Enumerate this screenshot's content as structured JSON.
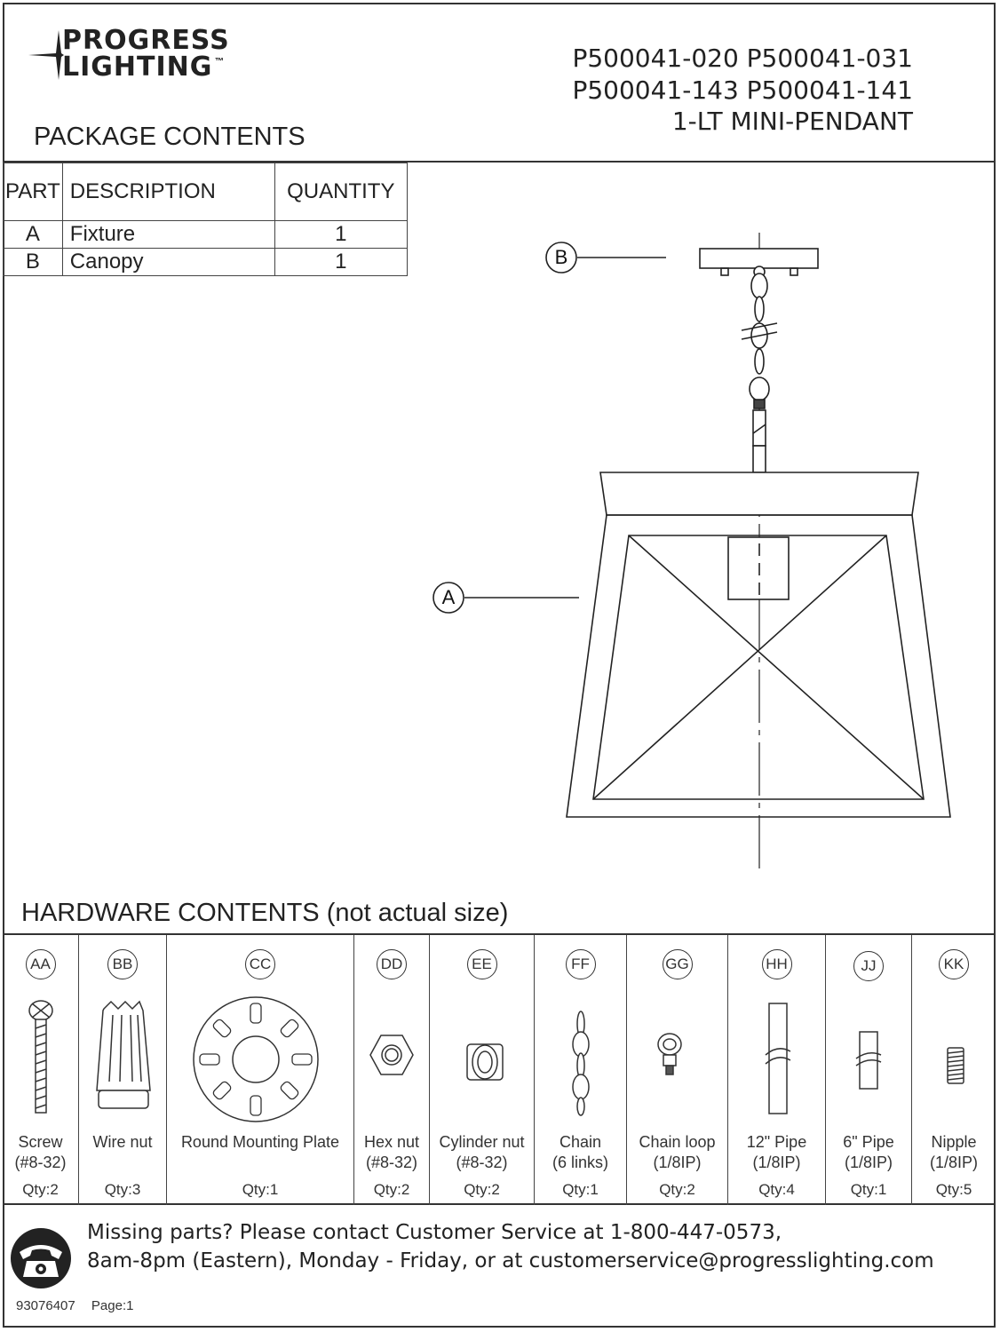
{
  "brand": {
    "line1": "PROGRESS",
    "line2": "LIGHTING",
    "tm": "™"
  },
  "models": {
    "row1": "P500041-020  P500041-031",
    "row2": "P500041-143  P500041-141",
    "row3": "1-LT MINI-PENDANT"
  },
  "package": {
    "title": "PACKAGE CONTENTS",
    "headers": [
      "PART",
      "DESCRIPTION",
      "QUANTITY"
    ],
    "rows": [
      {
        "part": "A",
        "description": "Fixture",
        "quantity": "1"
      },
      {
        "part": "B",
        "description": "Canopy",
        "quantity": "1"
      }
    ]
  },
  "diagram": {
    "label_a": "A",
    "label_b": "B"
  },
  "hardware": {
    "title": "HARDWARE CONTENTS (not actual size)",
    "items": [
      {
        "code": "AA",
        "name": "Screw",
        "spec": "(#8-32)",
        "qty": "Qty:2",
        "icon": "screw-icon"
      },
      {
        "code": "BB",
        "name": "Wire nut",
        "spec": "",
        "qty": "Qty:3",
        "icon": "wire-nut-icon"
      },
      {
        "code": "CC",
        "name": "Round Mounting Plate",
        "spec": "",
        "qty": "Qty:1",
        "icon": "mounting-plate-icon"
      },
      {
        "code": "DD",
        "name": "Hex nut",
        "spec": "(#8-32)",
        "qty": "Qty:2",
        "icon": "hex-nut-icon"
      },
      {
        "code": "EE",
        "name": "Cylinder nut",
        "spec": "(#8-32)",
        "qty": "Qty:2",
        "icon": "cylinder-nut-icon"
      },
      {
        "code": "FF",
        "name": "Chain",
        "spec": "(6 links)",
        "qty": "Qty:1",
        "icon": "chain-icon"
      },
      {
        "code": "GG",
        "name": "Chain loop",
        "spec": "(1/8IP)",
        "qty": "Qty:2",
        "icon": "chain-loop-icon"
      },
      {
        "code": "HH",
        "name": "12\" Pipe",
        "spec": "(1/8IP)",
        "qty": "Qty:4",
        "icon": "pipe-12-icon"
      },
      {
        "code": "JJ",
        "name": "6\" Pipe",
        "spec": "(1/8IP)",
        "qty": "Qty:1",
        "icon": "pipe-6-icon"
      },
      {
        "code": "KK",
        "name": "Nipple",
        "spec": "(1/8IP)",
        "qty": "Qty:5",
        "icon": "nipple-icon"
      }
    ]
  },
  "contact": {
    "line1": "Missing parts? Please contact Customer Service at 1-800-447-0573,",
    "line2": "8am-8pm (Eastern), Monday - Friday,  or at customerservice@progresslighting.com",
    "icon": "telephone-icon"
  },
  "footer": {
    "doc_number": "93076407",
    "page": "Page:1"
  }
}
